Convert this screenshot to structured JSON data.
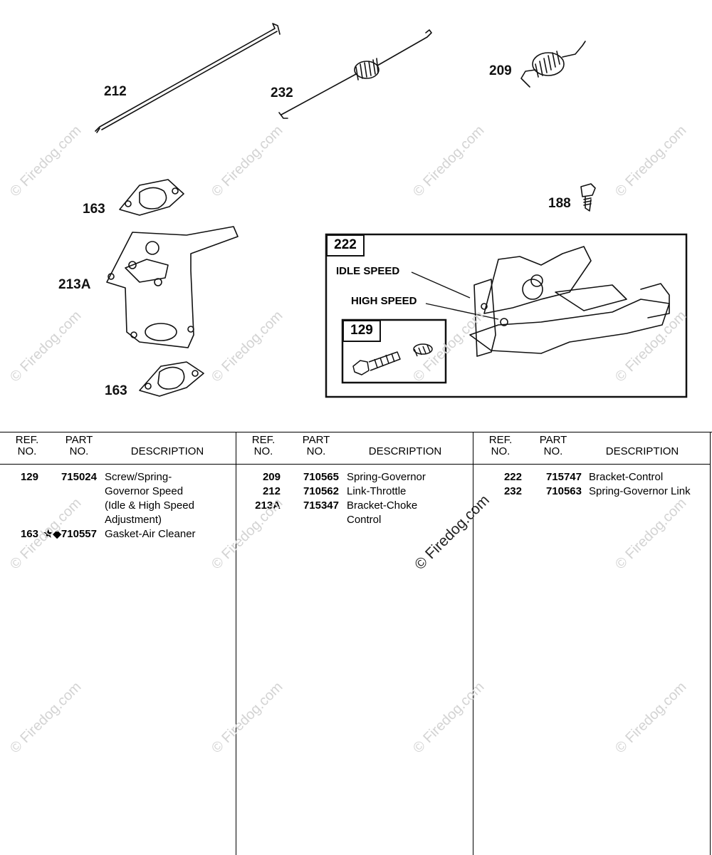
{
  "diagram": {
    "callouts": {
      "c212": "212",
      "c232": "232",
      "c209": "209",
      "c163a": "163",
      "c163b": "163",
      "c213a": "213A",
      "c188": "188"
    },
    "box222": {
      "ref": "222",
      "idle_label": "IDLE SPEED",
      "high_label": "HIGH SPEED"
    },
    "box129": {
      "ref": "129"
    },
    "watermark": "© Firedog.com"
  },
  "table": {
    "headers": {
      "ref": "REF.\nNO.",
      "part": "PART\nNO.",
      "desc": "DESCRIPTION"
    },
    "columns": [
      {
        "rows": [
          {
            "ref": "129",
            "part": "715024",
            "desc": [
              "Screw/Spring-",
              "Governor Speed",
              "(Idle & High Speed",
              "Adjustment)"
            ]
          },
          {
            "ref": "163",
            "part": "★◆710557",
            "desc": [
              "Gasket-Air Cleaner"
            ]
          }
        ]
      },
      {
        "rows": [
          {
            "ref": "209",
            "part": "710565",
            "desc": [
              "Spring-Governor"
            ]
          },
          {
            "ref": "212",
            "part": "710562",
            "desc": [
              "Link-Throttle"
            ]
          },
          {
            "ref": "213A",
            "part": "715347",
            "desc": [
              "Bracket-Choke",
              "Control"
            ]
          }
        ]
      },
      {
        "rows": [
          {
            "ref": "222",
            "part": "715747",
            "desc": [
              "Bracket-Control"
            ]
          },
          {
            "ref": "232",
            "part": "710563",
            "desc": [
              "Spring-Governor Link"
            ]
          }
        ]
      }
    ]
  }
}
